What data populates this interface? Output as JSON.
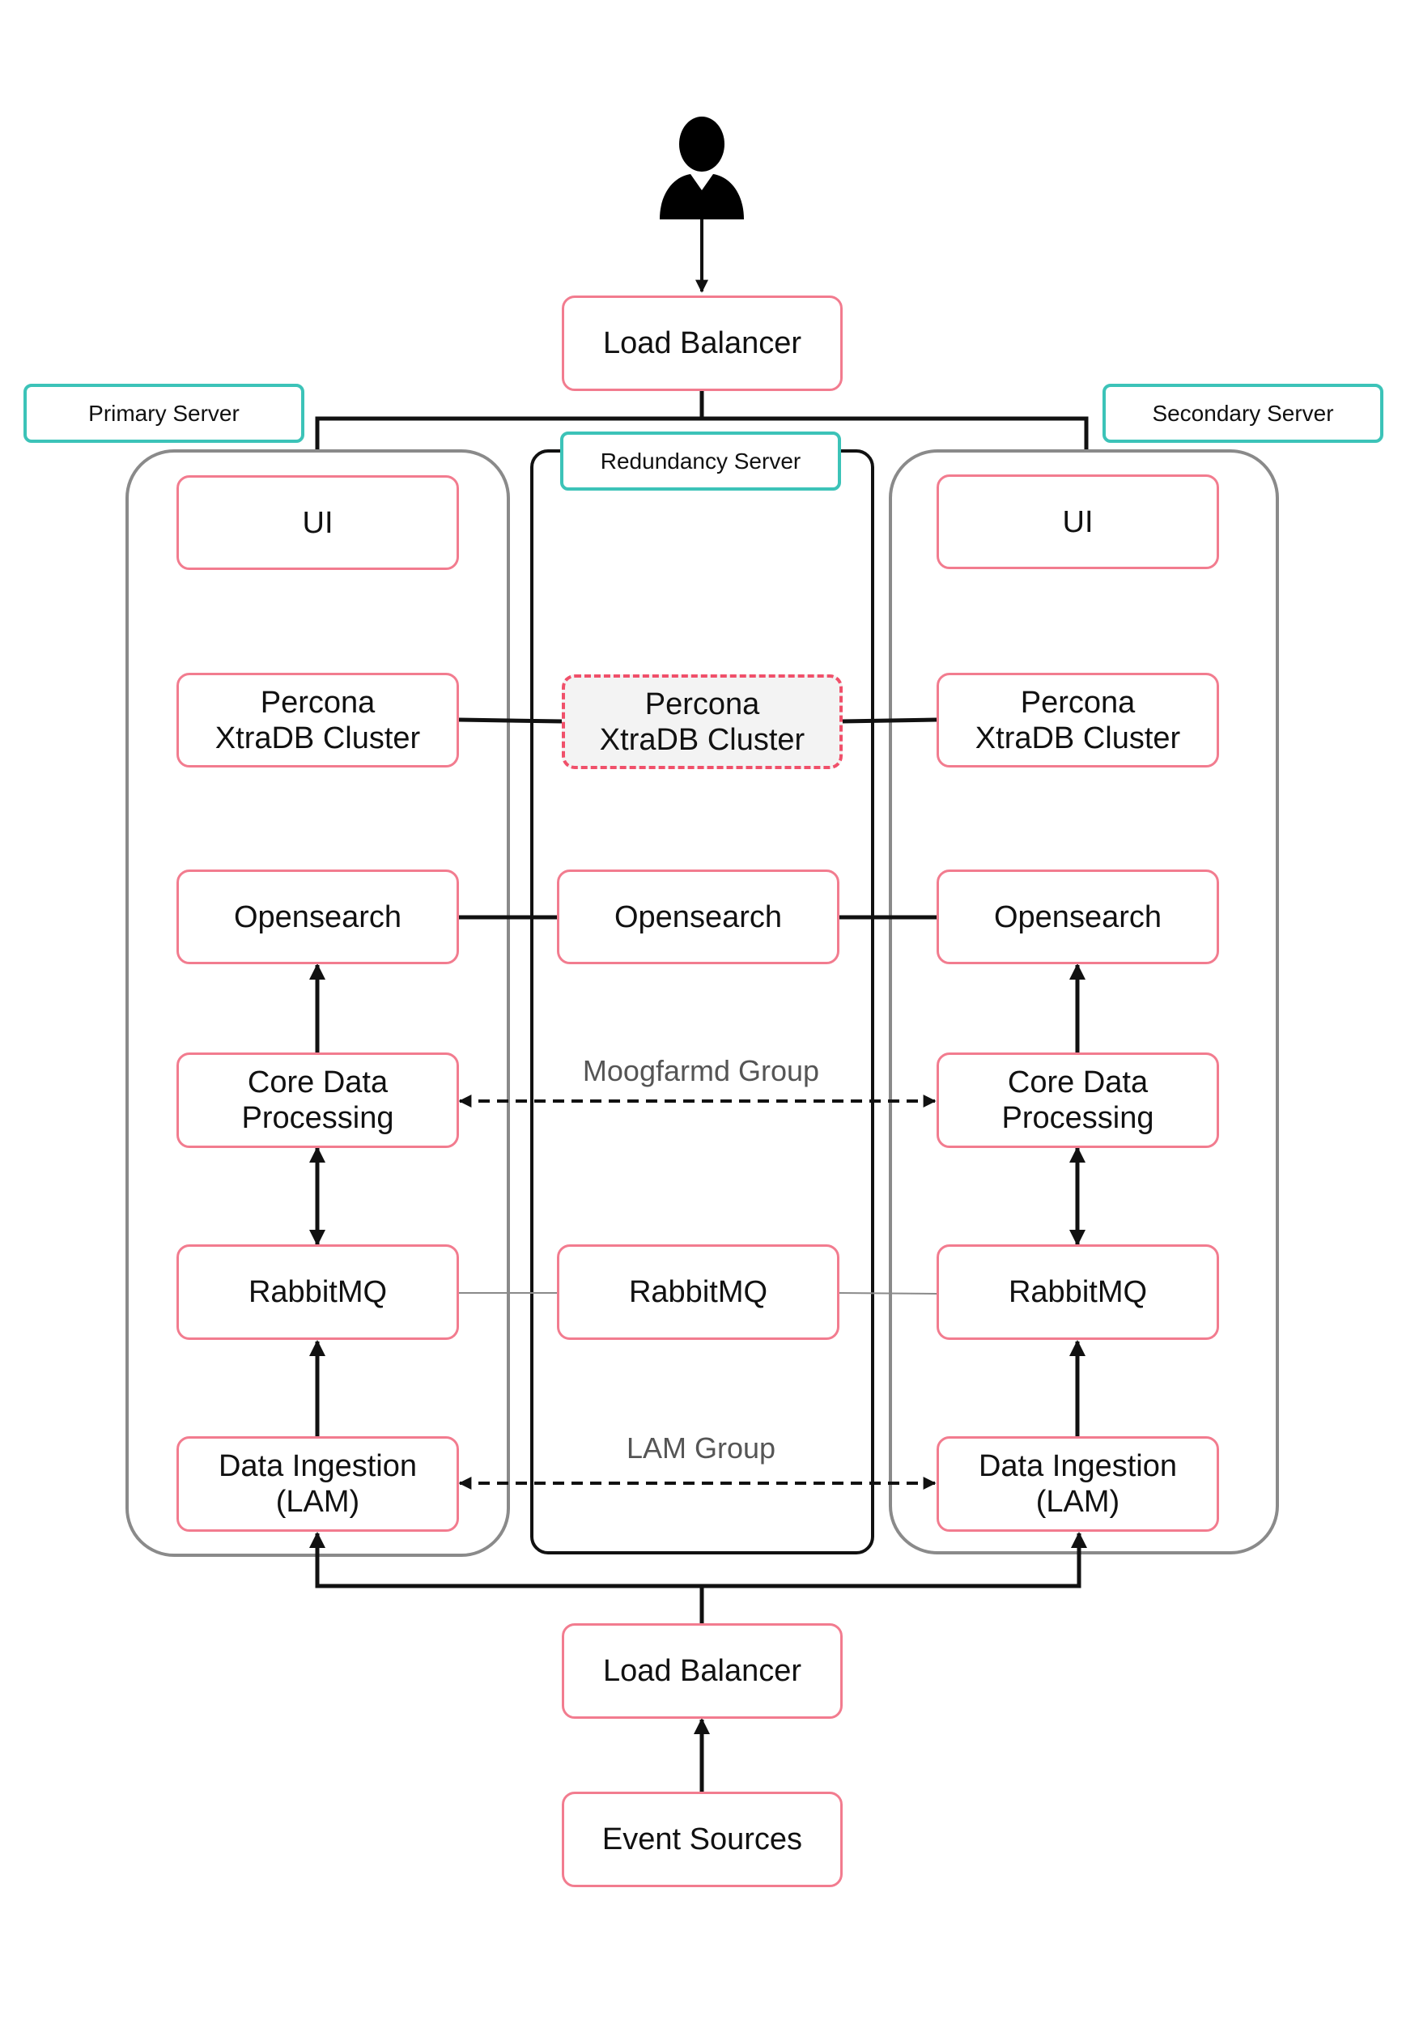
{
  "colors": {
    "node_border": "#f27c8f",
    "dashed_node_border": "#f0506a",
    "server_label_border": "#3cc3b8",
    "server_group_border": "#8a8a8a",
    "redundancy_group_border": "#111111",
    "edge": "#111111"
  },
  "icons": {
    "user": "person-icon"
  },
  "server_labels": {
    "primary": "Primary Server",
    "redundancy": "Redundancy Server",
    "secondary": "Secondary Server"
  },
  "groups": {
    "moogfarmd": "Moogfarmd Group",
    "lam": "LAM Group"
  },
  "nodes": {
    "lb_top": "Load Balancer",
    "p_ui": "UI",
    "p_percona": "Percona\nXtraDB Cluster",
    "p_opensearch": "Opensearch",
    "p_core": "Core Data\nProcessing",
    "p_rabbit": "RabbitMQ",
    "p_lam": "Data Ingestion\n(LAM)",
    "r_percona": "Percona\nXtraDB Cluster",
    "r_opensearch": "Opensearch",
    "r_rabbit": "RabbitMQ",
    "s_ui": "UI",
    "s_percona": "Percona\nXtraDB Cluster",
    "s_opensearch": "Opensearch",
    "s_core": "Core Data\nProcessing",
    "s_rabbit": "RabbitMQ",
    "s_lam": "Data Ingestion\n(LAM)",
    "lb_bottom": "Load Balancer",
    "event_sources": "Event Sources"
  }
}
